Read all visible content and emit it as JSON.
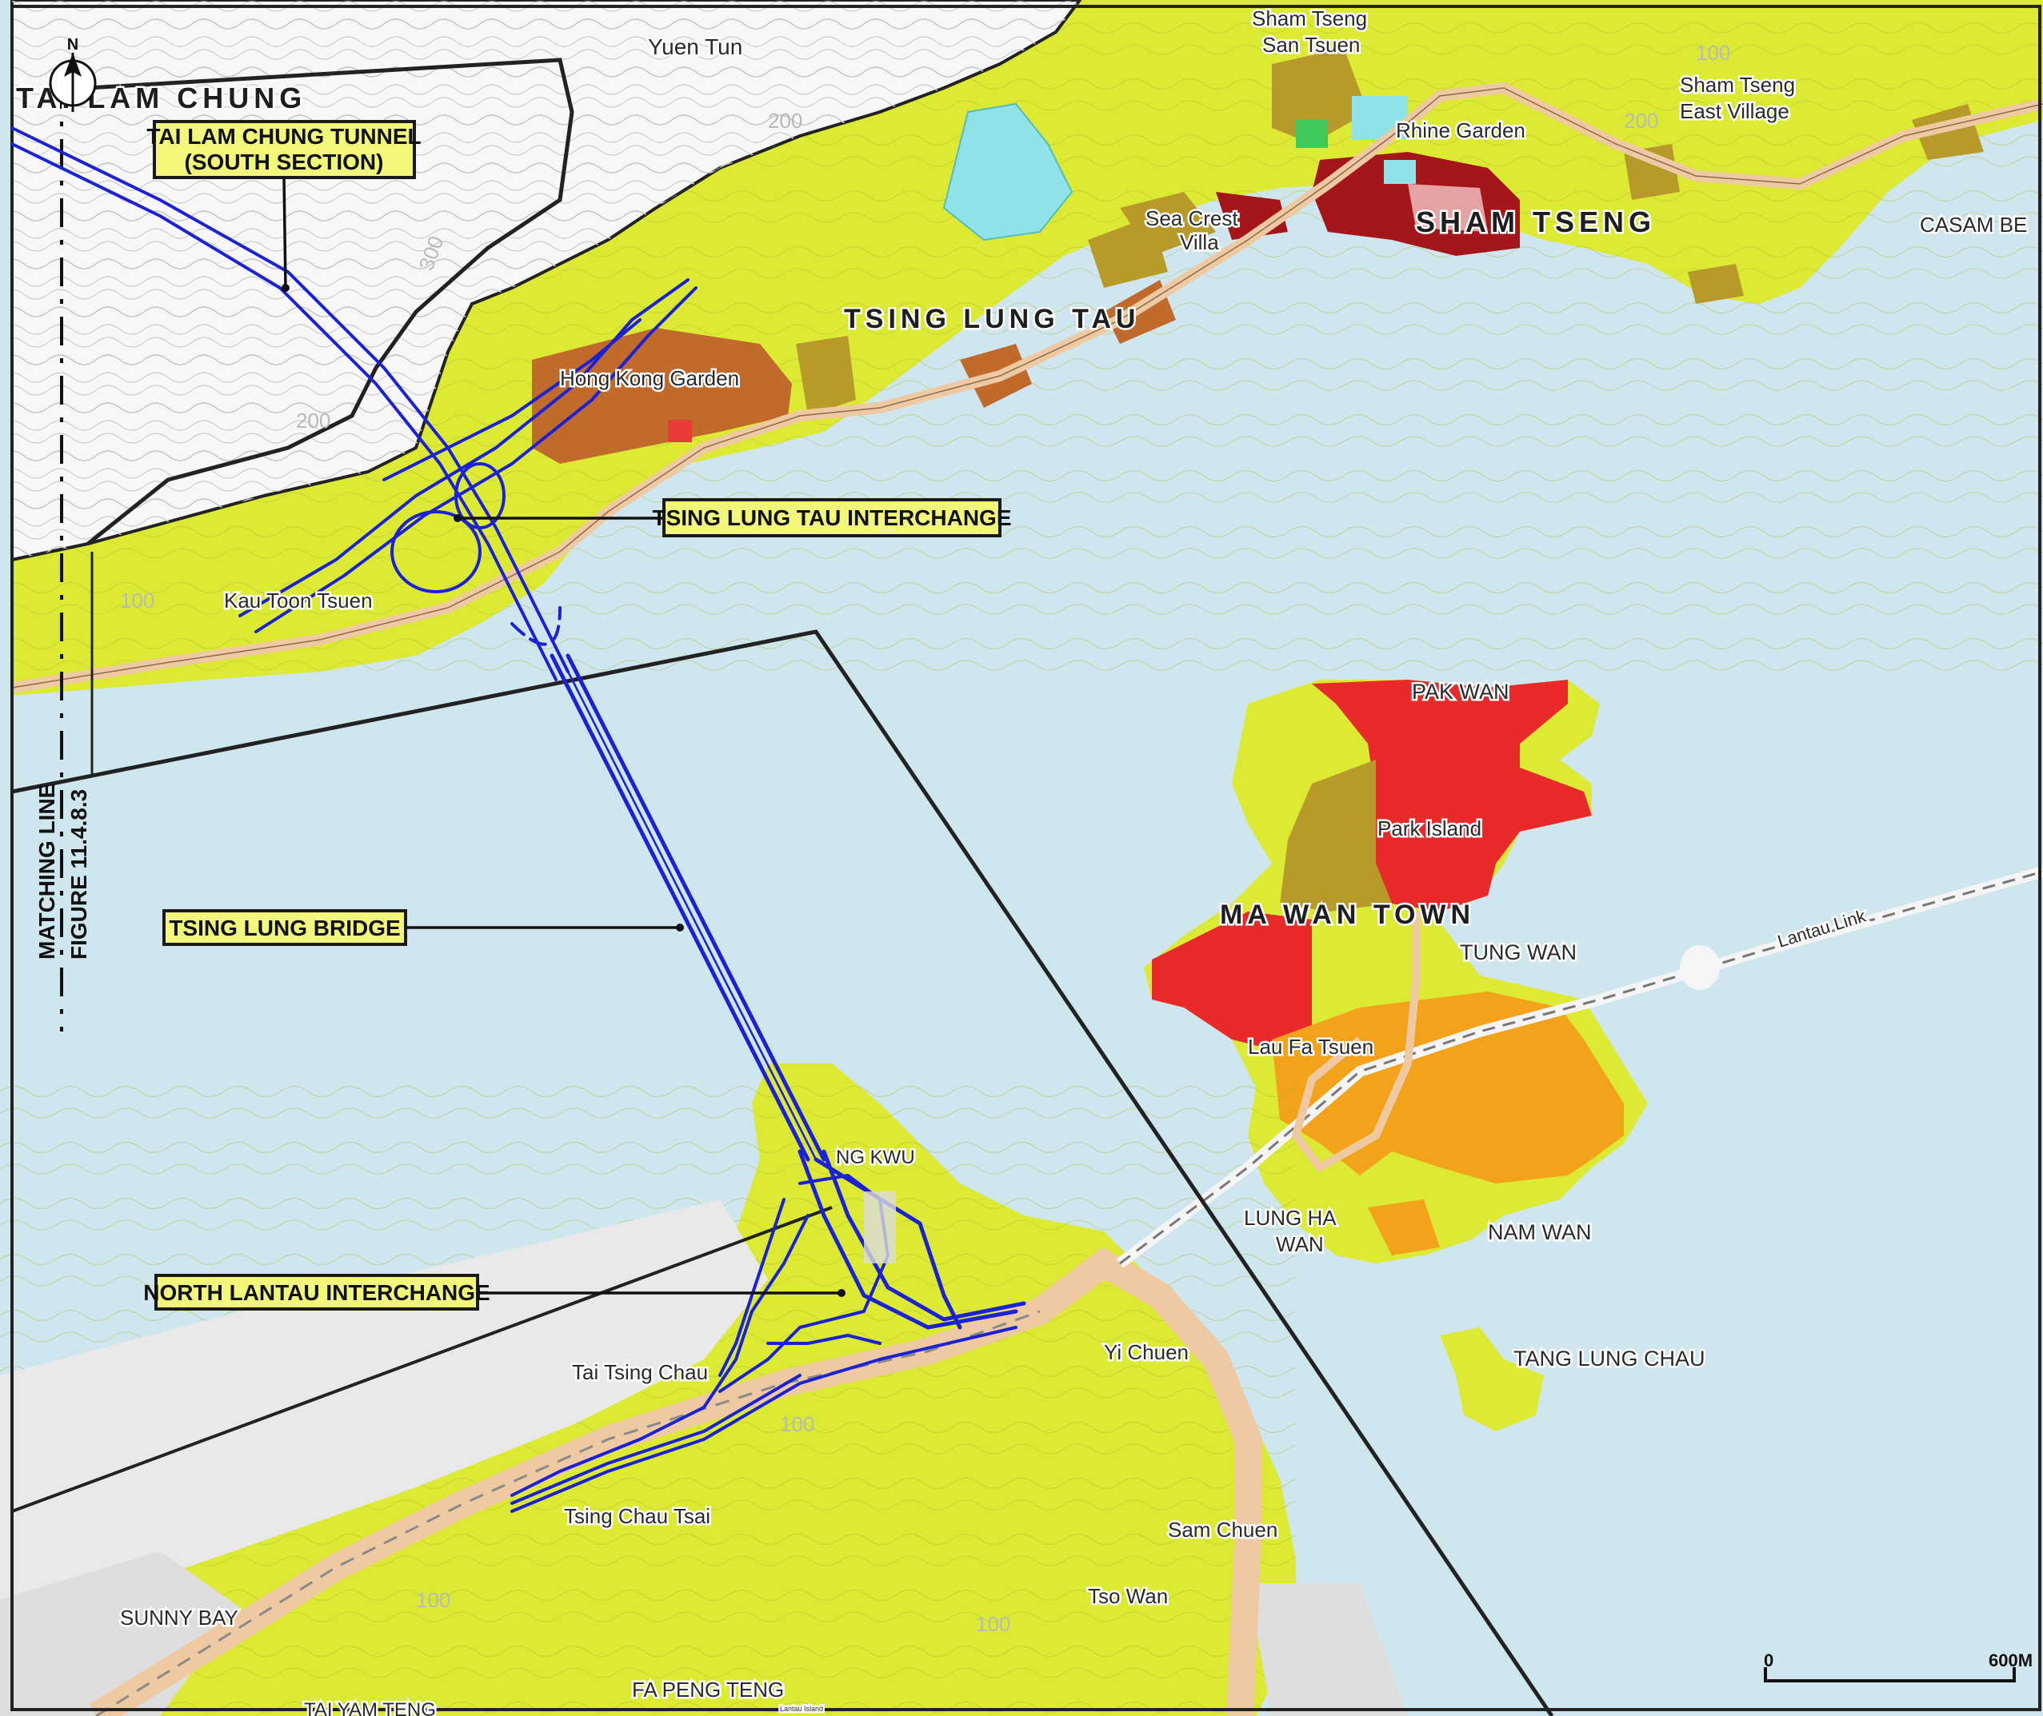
{
  "north_label": "N",
  "callouts": {
    "tunnel_line1": "TAI LAM CHUNG TUNNEL",
    "tunnel_line2": "(SOUTH SECTION)",
    "tlt_interchange": "TSING LUNG TAU INTERCHANGE",
    "bridge": "TSING LUNG BRIDGE",
    "nl_interchange": "NORTH LANTAU INTERCHANGE"
  },
  "matching_line": {
    "line1": "MATCHING LINE",
    "line2": "FIGURE 11.4.8.3"
  },
  "places": {
    "tai_lam_chung": "TAI LAM CHUNG",
    "yuen_tun": "Yuen Tun",
    "sham_tseng_san_tsuen_1": "Sham Tseng",
    "sham_tseng_san_tsuen_2": "San Tsuen",
    "rhine_garden": "Rhine Garden",
    "sham_tseng_east_1": "Sham Tseng",
    "sham_tseng_east_2": "East Village",
    "casam": "CASAM BE",
    "sea_crest_1": "Sea Crest",
    "sea_crest_2": "Villa",
    "sham_tseng": "SHAM TSENG",
    "tsing_lung_tau": "TSING LUNG TAU",
    "hong_kong_garden": "Hong Kong Garden",
    "kau_tsuen": "Kau Toon Tsuen",
    "pak_wan": "PAK WAN",
    "park_island": "Park Island",
    "ma_wan_town": "MA WAN TOWN",
    "tung_wan": "TUNG WAN",
    "lantau_link": "Lantau Link",
    "lau_fa_tsuen": "Lau Fa Tsuen",
    "lung_ha_wan_1": "LUNG HA",
    "lung_ha_wan_2": "WAN",
    "nam_wan": "NAM WAN",
    "tang_lung_chau": "TANG LUNG CHAU",
    "yi_chuen": "Yi Chuen",
    "tai_tsing_chau": "Tai Tsing Chau",
    "tsing_chau_tsai": "Tsing Chau Tsai",
    "sam_chuen": "Sam Chuen",
    "tso_wan": "Tso Wan",
    "sunny_bay": "SUNNY BAY",
    "fa_peng_teng": "FA PENG TENG",
    "tai_yam_teng": "TAI YAM TENG",
    "lantau_island": "Lantau Island",
    "ng_kwu": "NG KWU"
  },
  "contours": {
    "c100": "100",
    "c200": "200",
    "c300": "300"
  },
  "scale_bar": {
    "start": "0",
    "end": "600M"
  },
  "colors": {
    "sea": "#cfe6ee",
    "land_green": "#dcea33",
    "hill_white": "#f7f7f7",
    "village_brown": "#c06a2b",
    "residential_red": "#dd2a2a",
    "dark_red": "#a4161a",
    "orange": "#f2a31b",
    "olive": "#b89a2a",
    "road": "#eec9a2",
    "highway": "#1b22d6",
    "callout_fill": "#f2f77c"
  }
}
